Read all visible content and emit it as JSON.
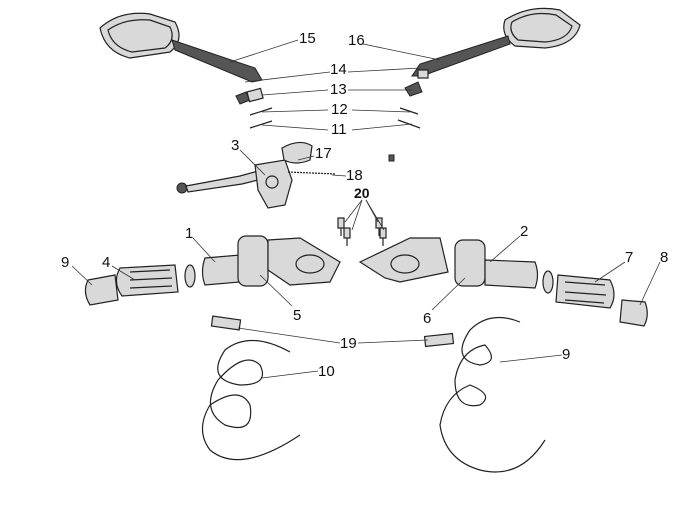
{
  "diagram": {
    "title": "Handlebar assembly exploded view",
    "callouts": {
      "c1": "1",
      "c2": "2",
      "c3": "3",
      "c4": "4",
      "c5": "5",
      "c6": "6",
      "c7": "7",
      "c8": "8",
      "c9a": "9",
      "c9b": "9",
      "c10": "10",
      "c11": "11",
      "c12": "12",
      "c13": "13",
      "c14": "14",
      "c15": "15",
      "c16": "16",
      "c17": "17",
      "c18": "18",
      "c19": "19",
      "c20": "20"
    }
  }
}
